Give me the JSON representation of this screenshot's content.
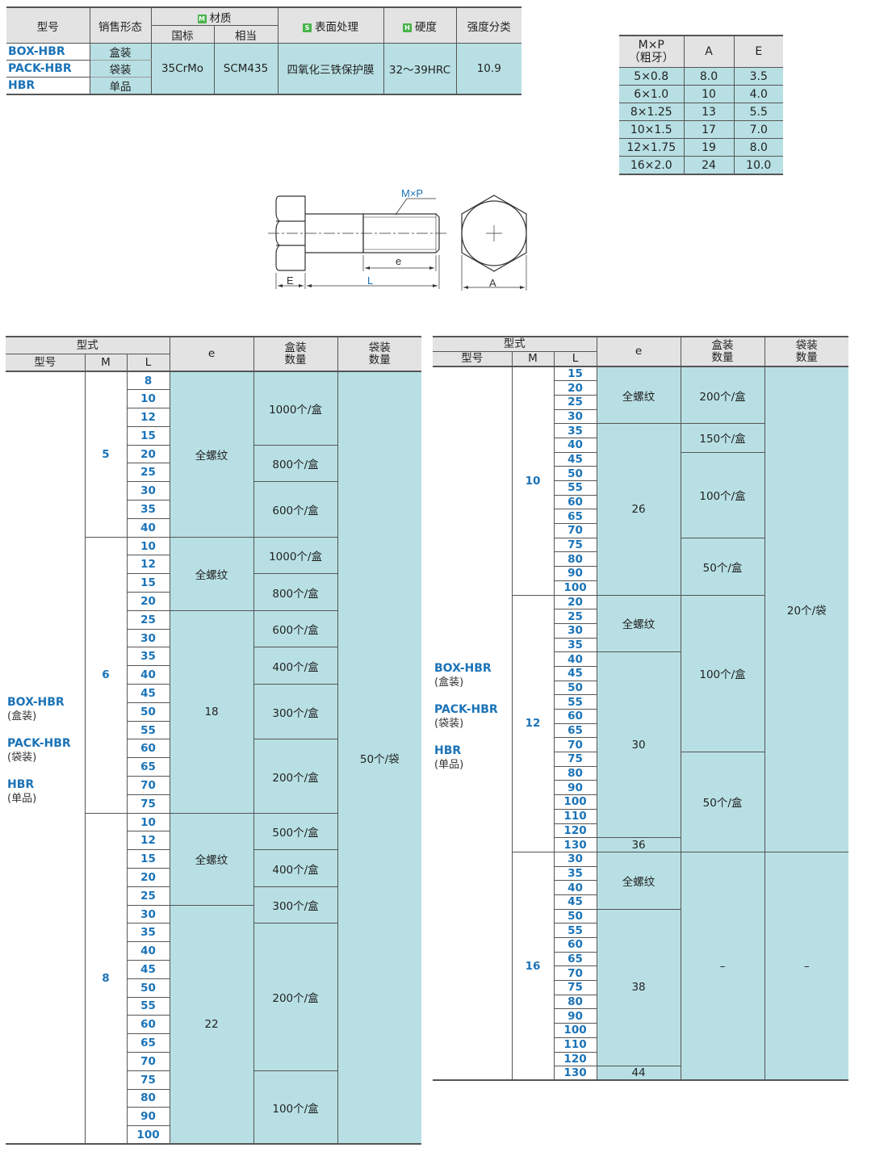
{
  "spec": {
    "headers": {
      "model": "型号",
      "sale_form": "销售形态",
      "material_icon": "M",
      "material": "材质",
      "gb": "国标",
      "equiv": "相当",
      "surface_icon": "S",
      "surface": "表面处理",
      "hardness_icon": "H",
      "hardness": "硬度",
      "strength": "强度分类"
    },
    "rows": [
      {
        "model": "BOX-HBR",
        "form": "盒装"
      },
      {
        "model": "PACK-HBR",
        "form": "袋装"
      },
      {
        "model": "HBR",
        "form": "单品"
      }
    ],
    "material_gb": "35CrMo",
    "material_equiv": "SCM435",
    "surface_value": "四氧化三铁保护膜",
    "hardness_value": "32～39HRC",
    "strength_value": "10.9"
  },
  "thread_table": {
    "h_mp": "M×P",
    "h_mp_sub": "（粗牙）",
    "h_a": "A",
    "h_e": "E",
    "rows": [
      [
        "5×0.8",
        "8.0",
        "3.5"
      ],
      [
        "6×1.0",
        "10",
        "4.0"
      ],
      [
        "8×1.25",
        "13",
        "5.5"
      ],
      [
        "10×1.5",
        "17",
        "7.0"
      ],
      [
        "12×1.75",
        "19",
        "8.0"
      ],
      [
        "16×2.0",
        "24",
        "10.0"
      ]
    ]
  },
  "drawing": {
    "mp_label": "M×P",
    "e_label": "e",
    "E_label": "E",
    "L_label": "L",
    "A_label": "A"
  },
  "table_headers": {
    "type": "型式",
    "model": "型号",
    "m": "M",
    "l": "L",
    "e": "e",
    "box_qty_1": "盒装",
    "box_qty_2": "数量",
    "bag_qty_1": "袋装",
    "bag_qty_2": "数量"
  },
  "models": [
    {
      "code": "BOX-HBR",
      "sub": "(盒装)"
    },
    {
      "code": "PACK-HBR",
      "sub": "(袋装)"
    },
    {
      "code": "HBR",
      "sub": "(单品)"
    }
  ],
  "left_table": {
    "groups": [
      {
        "m": "5",
        "l": [
          "8",
          "10",
          "12",
          "15",
          "20",
          "25",
          "30",
          "35",
          "40"
        ],
        "e": [
          {
            "text": "全螺纹",
            "span": 9
          }
        ],
        "box": [
          {
            "text": "1000个/盒",
            "span": 4
          },
          {
            "text": "800个/盒",
            "span": 2
          },
          {
            "text": "600个/盒",
            "span": 3
          }
        ]
      },
      {
        "m": "6",
        "l": [
          "10",
          "12",
          "15",
          "20",
          "25",
          "30",
          "35",
          "40",
          "45",
          "50",
          "55",
          "60",
          "65",
          "70",
          "75"
        ],
        "e": [
          {
            "text": "全螺纹",
            "span": 4
          },
          {
            "text": "18",
            "span": 11
          }
        ],
        "box": [
          {
            "text": "1000个/盒",
            "span": 2
          },
          {
            "text": "800个/盒",
            "span": 2
          },
          {
            "text": "600个/盒",
            "span": 2
          },
          {
            "text": "400个/盒",
            "span": 2
          },
          {
            "text": "300个/盒",
            "span": 3
          },
          {
            "text": "200个/盒",
            "span": 4
          }
        ]
      },
      {
        "m": "8",
        "l": [
          "10",
          "12",
          "15",
          "20",
          "25",
          "30",
          "35",
          "40",
          "45",
          "50",
          "55",
          "60",
          "65",
          "70",
          "75",
          "80",
          "90",
          "100"
        ],
        "e": [
          {
            "text": "全螺纹",
            "span": 5
          },
          {
            "text": "22",
            "span": 13
          }
        ],
        "box": [
          {
            "text": "500个/盒",
            "span": 2
          },
          {
            "text": "400个/盒",
            "span": 2
          },
          {
            "text": "300个/盒",
            "span": 2
          },
          {
            "text": "200个/盒",
            "span": 8
          },
          {
            "text": "100个/盒",
            "span": 4
          }
        ]
      }
    ],
    "bag": "50个/袋"
  },
  "right_table": {
    "groups": [
      {
        "m": "10",
        "l": [
          "15",
          "20",
          "25",
          "30",
          "35",
          "40",
          "45",
          "50",
          "55",
          "60",
          "65",
          "70",
          "75",
          "80",
          "90",
          "100"
        ],
        "e": [
          {
            "text": "全螺纹",
            "span": 4
          },
          {
            "text": "26",
            "span": 12
          }
        ],
        "box": [
          {
            "text": "200个/盒",
            "span": 4
          },
          {
            "text": "150个/盒",
            "span": 2
          },
          {
            "text": "100个/盒",
            "span": 6
          },
          {
            "text": "50个/盒",
            "span": 4
          }
        ]
      },
      {
        "m": "12",
        "l": [
          "20",
          "25",
          "30",
          "35",
          "40",
          "45",
          "50",
          "55",
          "60",
          "65",
          "70",
          "75",
          "80",
          "90",
          "100",
          "110",
          "120",
          "130"
        ],
        "e": [
          {
            "text": "全螺纹",
            "span": 4
          },
          {
            "text": "30",
            "span": 13
          },
          {
            "text": "36",
            "span": 1
          }
        ],
        "box": [
          {
            "text": "100个/盒",
            "span": 11
          },
          {
            "text": "50个/盒",
            "span": 7
          }
        ]
      },
      {
        "m": "16",
        "l": [
          "30",
          "35",
          "40",
          "45",
          "50",
          "55",
          "60",
          "65",
          "70",
          "75",
          "80",
          "90",
          "100",
          "110",
          "120",
          "130"
        ],
        "e": [
          {
            "text": "全螺纹",
            "span": 4
          },
          {
            "text": "38",
            "span": 11
          },
          {
            "text": "44",
            "span": 1
          }
        ],
        "box": [
          {
            "text": "–",
            "span": 16
          }
        ]
      }
    ],
    "bag": "20个/袋",
    "bag_span": 34,
    "bag2": "–",
    "bag2_span": 16
  }
}
